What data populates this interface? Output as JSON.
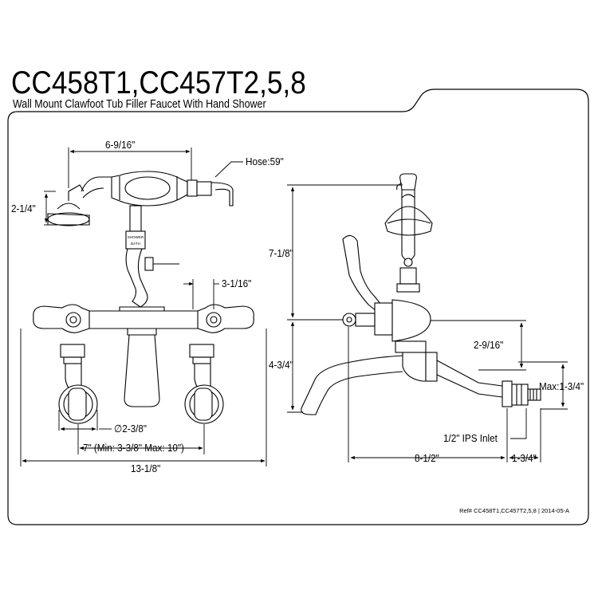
{
  "header": {
    "title": "CC458T1,CC457T2,5,8",
    "subtitle": "Wall Mount Clawfoot Tub Filler Faucet With Hand Shower"
  },
  "front_view": {
    "dim_top_width": "6-9/16\"",
    "dim_hose": "Hose:59\"",
    "dim_showerhead": "2-1/4\"",
    "dim_handle_width": "3-1/16\"",
    "dim_inlet_dia": "∅2-3/8\"",
    "dim_centers": "7\" (Min: 3-3/8\" Max: 10\")",
    "dim_overall_width": "13-1/8\"",
    "diverter_label_1": "SHOWER",
    "diverter_label_2": "BATH"
  },
  "side_view": {
    "dim_total_height": "7-1/8\"",
    "dim_spout_height": "4-3/4\"",
    "dim_offset": "2-9/16\"",
    "dim_max": "Max:1-3/4\"",
    "dim_inlet": "1/2\" IPS Inlet",
    "dim_reach": "8-1/2\"",
    "dim_depth": "1-3/4\""
  },
  "footer": {
    "ref": "Ref# CC458T1,CC457T2,5,8 | 2014-05-A"
  }
}
